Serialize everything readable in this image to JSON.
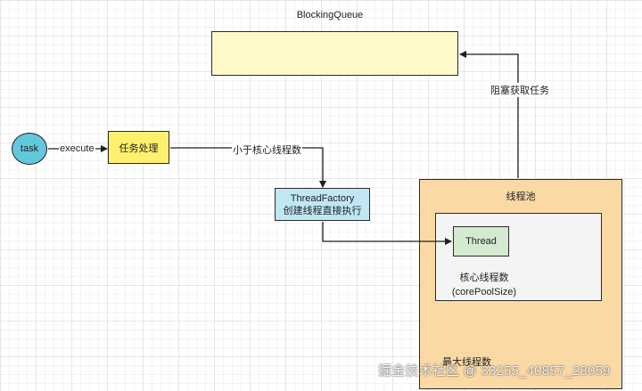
{
  "diagram": {
    "queue_title": "BlockingQueue",
    "task": "task",
    "execute": "execute",
    "process": "任务处理",
    "less_than_core": "小于核心线程数",
    "factory_line1": "ThreadFactory",
    "factory_line2": "创建线程直接执行",
    "pool_title": "线程池",
    "thread": "Thread",
    "core_line1": "核心线程数",
    "core_line2": "(corePoolSize)",
    "max_threads": "最大线程数",
    "block_fetch": "阻塞获取任务"
  },
  "watermark": "掘金技术社区 @ 33255_40857_28059",
  "colors": {
    "queue_fill": "#fff9c9",
    "task_fill": "#63c8dc",
    "process_fill": "#fff06f",
    "factory_fill": "#bfe8f4",
    "pool_fill": "#fbd9a5",
    "core_fill": "#f4f4f4",
    "thread_fill": "#d4ead0"
  }
}
